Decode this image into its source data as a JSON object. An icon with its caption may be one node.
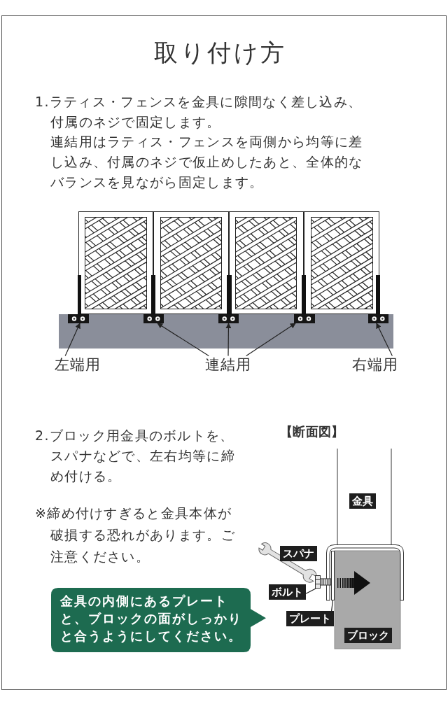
{
  "diagram": {
    "title": "取り付け方",
    "nodes": [
      {
        "text": [],
        "shape": "box"
      },
      {
        "text": [],
        "shape": "box"
      },
      {
        "text": [],
        "shape": "box"
      },
      {
        "text": [],
        "shape": "box"
      },
      {
        "text": [],
        "shape": "box"
      },
      {
        "text": [
          "左端用"
        ]
      },
      {
        "text": [
          "連結用"
        ]
      },
      {
        "text": [
          "右端用"
        ]
      },
      {
        "text": [
          "金具"
        ]
      },
      {
        "text": [
          "スパナ"
        ]
      },
      {
        "text": [
          "ボルト"
        ]
      },
      {
        "text": [],
        "shape": "picture"
      },
      {
        "text": [
          "プレート"
        ]
      },
      {
        "text": [],
        "shape": "bar"
      },
      {
        "text": [
          "ブロック"
        ]
      },
      {
        "text": [
          "金具の内側にあるプレートと、ブロックの面がしっかりと合うようにしてください。"
        ]
      }
    ],
    "edges": [
      {
        "from": 5,
        "to": 0,
        "arrow": "to"
      },
      {
        "from": 6,
        "to": 1,
        "arrow": "to"
      },
      {
        "from": 6,
        "to": 2,
        "arrow": "to"
      },
      {
        "from": 6,
        "to": 3,
        "arrow": "to"
      },
      {
        "from": 7,
        "to": 4,
        "arrow": "to"
      },
      {
        "from": 10,
        "to": 11,
        "arrow": "none"
      },
      {
        "from": 12,
        "to": 13,
        "arrow": "none"
      }
    ],
    "labels": [
      "1.ラティス・フェンスを金具に隙間なく差し込み、付属のネジで固定します。",
      "連結用はラティス・フェンスを両側から均等に差し込み、付属のネジで仮止めしたあと、全体的なバランスを見ながら固定します。",
      "2.ブロック用金具のボルトを、スパナなどで、左右均等に締め付ける。",
      "【断面図】",
      "※締め付けすぎると金具本体が破損する恐れがあります。ご注意ください。"
    ]
  }
}
